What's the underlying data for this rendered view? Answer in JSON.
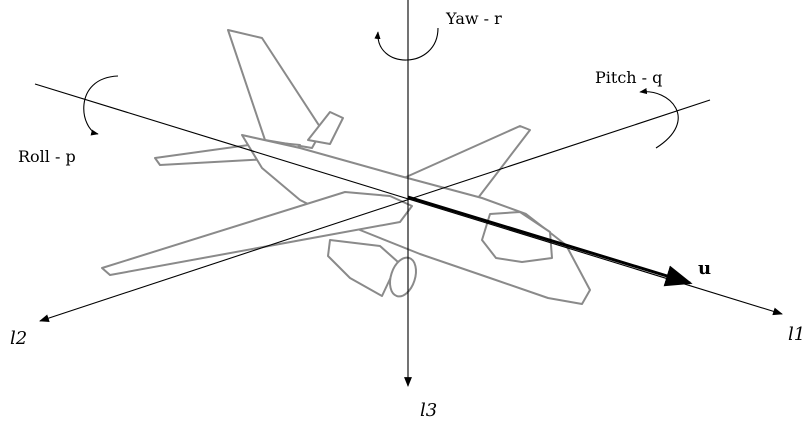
{
  "diagram": {
    "labels": {
      "yaw": "Yaw - r",
      "pitch": "Pitch - q",
      "roll": "Roll - p",
      "velocity": "u",
      "axis1": "l1",
      "axis2": "l2",
      "axis3": "l3"
    },
    "colors": {
      "axes": "#000000",
      "airplane_outline": "#8a8a8a",
      "background": "#ffffff"
    },
    "icons": [
      "airplane",
      "rotation-arrow-yaw",
      "rotation-arrow-pitch",
      "rotation-arrow-roll"
    ]
  }
}
